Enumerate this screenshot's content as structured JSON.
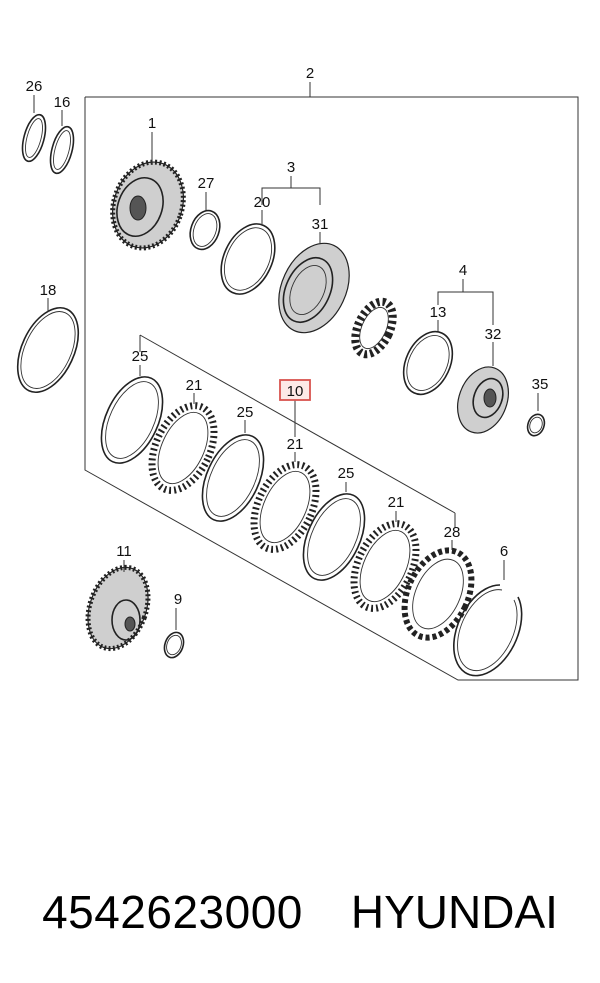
{
  "callouts": {
    "c2": "2",
    "c26": "26",
    "c16": "16",
    "c1": "1",
    "c27": "27",
    "c3": "3",
    "c20": "20",
    "c31": "31",
    "c4": "4",
    "c13": "13",
    "c32": "32",
    "c35": "35",
    "c18": "18",
    "c25a": "25",
    "c21a": "21",
    "c10": "10",
    "c25b": "25",
    "c21b": "21",
    "c25c": "25",
    "c21c": "21",
    "c28": "28",
    "c6": "6",
    "c11": "11",
    "c9": "9"
  },
  "highlight_color": "#d9534f",
  "footer": {
    "part_number": "4542623000",
    "brand": "HYUNDAI"
  }
}
